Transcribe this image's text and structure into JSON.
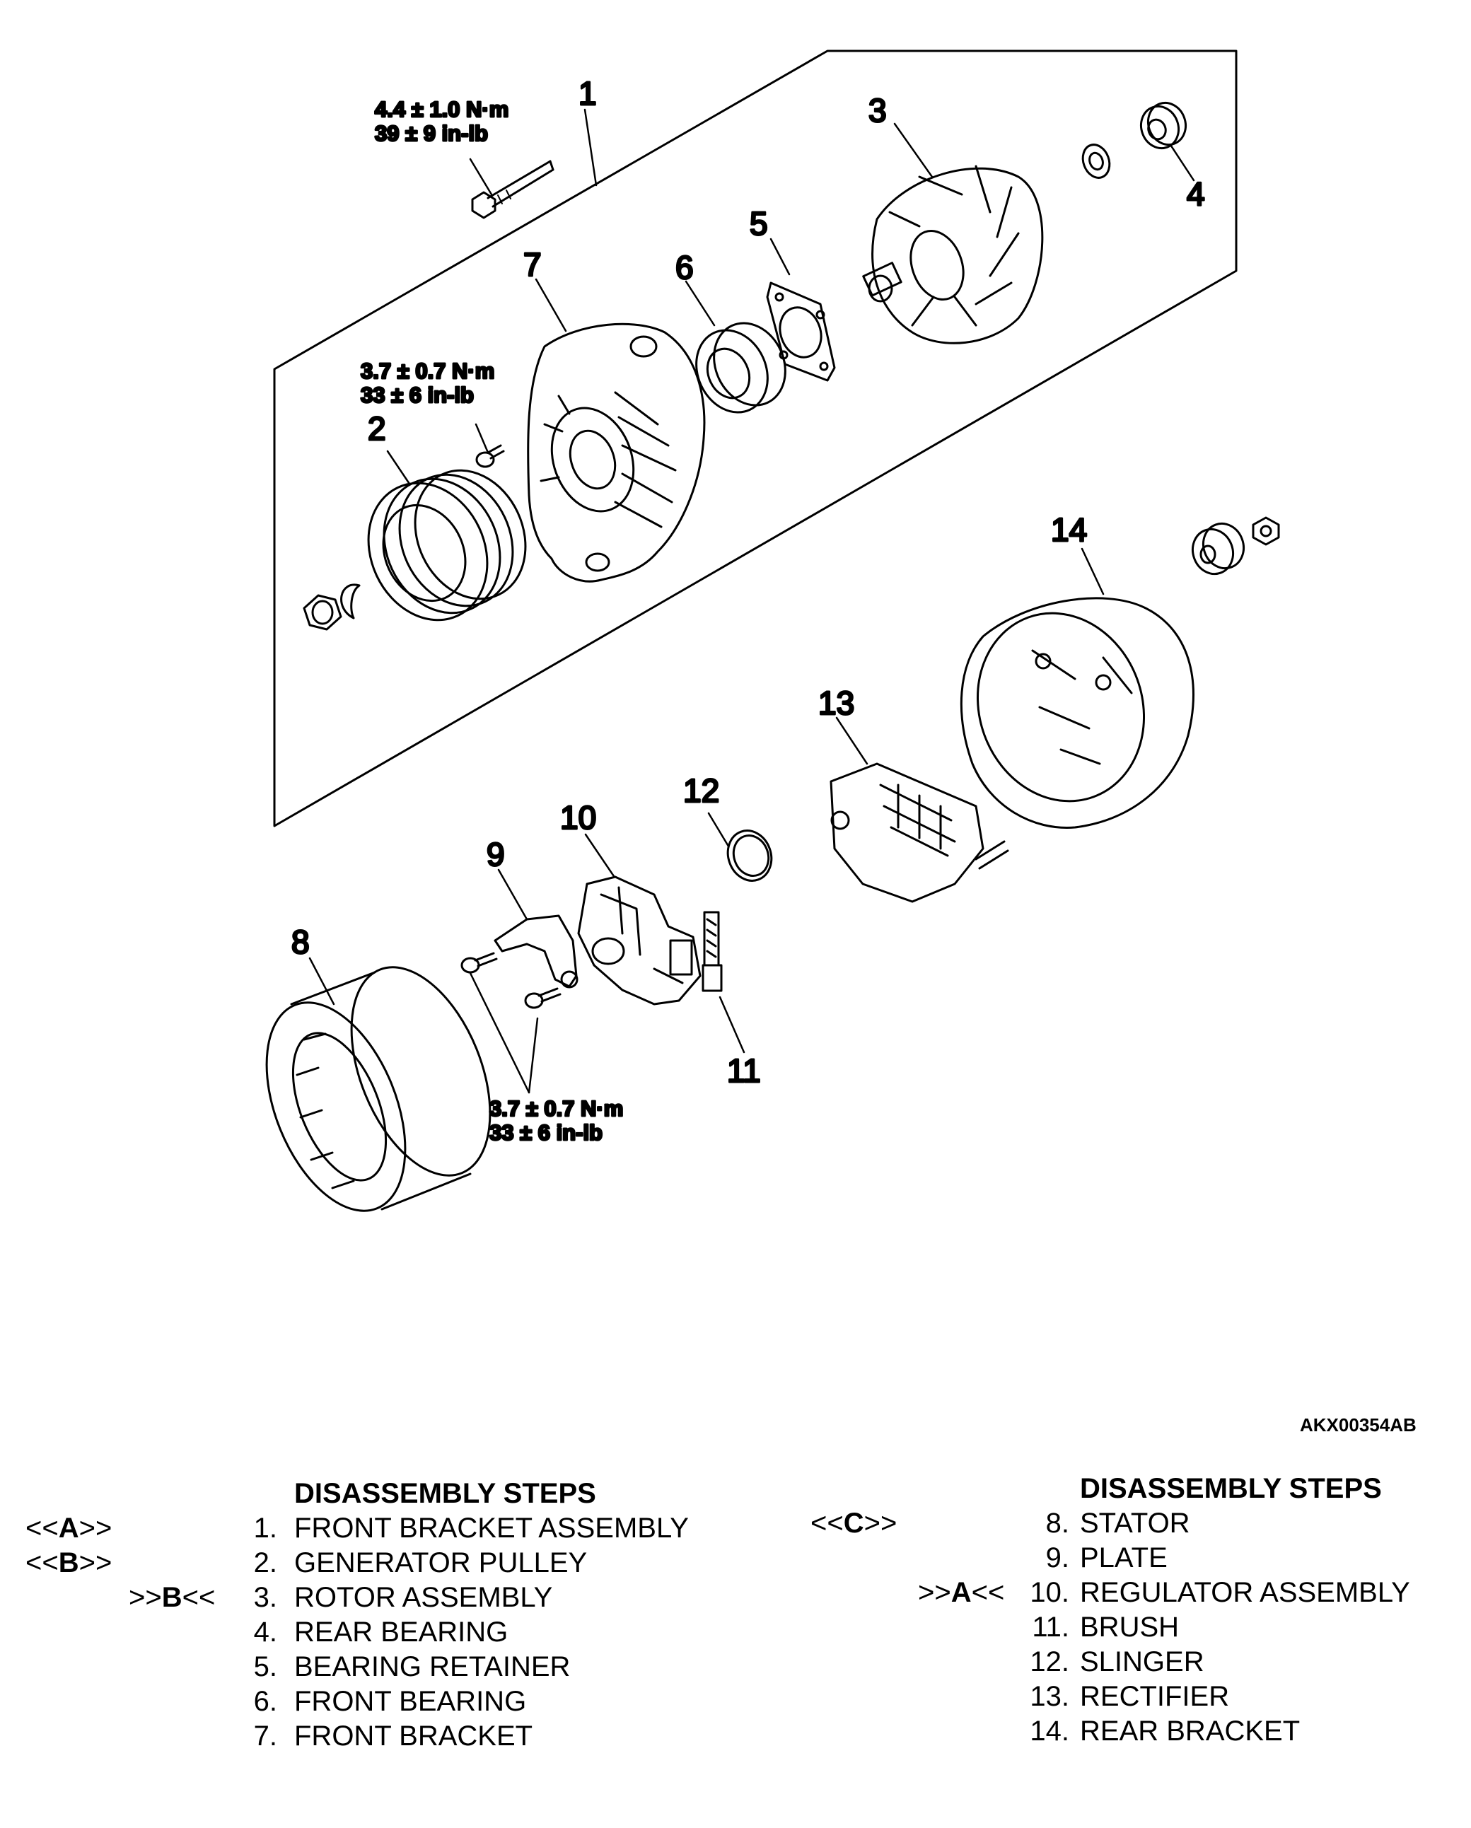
{
  "figure_code": "AKX00354AB",
  "callouts": [
    "1",
    "2",
    "3",
    "4",
    "5",
    "6",
    "7",
    "8",
    "9",
    "10",
    "11",
    "12",
    "13",
    "14"
  ],
  "torques": {
    "t1": {
      "nm": "4.4 ± 1.0  N·m",
      "inlb": "39 ± 9 in-lb"
    },
    "t2": {
      "nm": "3.7 ± 0.7 N·m",
      "inlb": "33 ± 6 in-lb"
    },
    "t3": {
      "nm": "3.7 ± 0.7 N·m",
      "inlb": "33 ± 6 in-lb"
    }
  },
  "left_steps": {
    "heading": "DISASSEMBLY STEPS",
    "rows": [
      {
        "mark_l": "<<",
        "mark_b": "A",
        "mark_r": ">>",
        "num": "1.",
        "name": "FRONT BRACKET ASSEMBLY"
      },
      {
        "mark_l": "<<",
        "mark_b": "B",
        "mark_r": ">>",
        "num": "2.",
        "name": "GENERATOR PULLEY"
      },
      {
        "mark_l": ">>",
        "mark_b": "B",
        "mark_r": "<<",
        "num": "3.",
        "name": "ROTOR ASSEMBLY"
      },
      {
        "mark_l": "",
        "mark_b": "",
        "mark_r": "",
        "num": "4.",
        "name": "REAR BEARING"
      },
      {
        "mark_l": "",
        "mark_b": "",
        "mark_r": "",
        "num": "5.",
        "name": "BEARING RETAINER"
      },
      {
        "mark_l": "",
        "mark_b": "",
        "mark_r": "",
        "num": "6.",
        "name": "FRONT BEARING"
      },
      {
        "mark_l": "",
        "mark_b": "",
        "mark_r": "",
        "num": "7.",
        "name": "FRONT BRACKET"
      }
    ]
  },
  "right_steps": {
    "heading": "DISASSEMBLY STEPS",
    "rows": [
      {
        "mark_l": "<<",
        "mark_b": "C",
        "mark_r": ">>",
        "num": "8.",
        "name": "STATOR"
      },
      {
        "mark_l": "",
        "mark_b": "",
        "mark_r": "",
        "num": "9.",
        "name": "PLATE"
      },
      {
        "mark_l": ">>",
        "mark_b": "A",
        "mark_r": "<<",
        "num": "10.",
        "name": "REGULATOR ASSEMBLY"
      },
      {
        "mark_l": "",
        "mark_b": "",
        "mark_r": "",
        "num": "11.",
        "name": "BRUSH"
      },
      {
        "mark_l": "",
        "mark_b": "",
        "mark_r": "",
        "num": "12.",
        "name": "SLINGER"
      },
      {
        "mark_l": "",
        "mark_b": "",
        "mark_r": "",
        "num": "13.",
        "name": "RECTIFIER"
      },
      {
        "mark_l": "",
        "mark_b": "",
        "mark_r": "",
        "num": "14.",
        "name": "REAR BRACKET"
      }
    ]
  }
}
